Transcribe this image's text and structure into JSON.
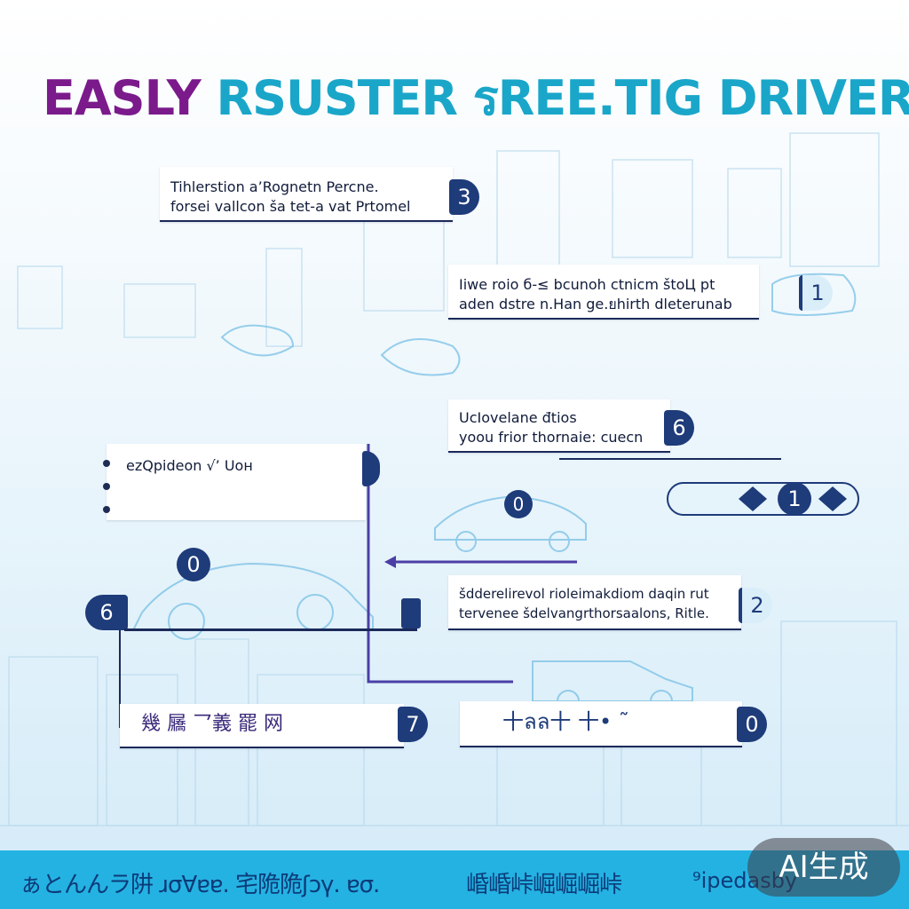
{
  "title": {
    "part1": "EASLY",
    "part2": "RSUSTER รREE.TIG DRIVER"
  },
  "steps": [
    {
      "id": "step-3",
      "badge": "3",
      "lines": [
        "Tihlerstion a’Rognetn Percne.",
        "forsei vallcon ša tet-a vat Prtomel"
      ]
    },
    {
      "id": "step-1",
      "badge": "1",
      "lines": [
        "Iiwe roio б-≤ bcunoh ctnicm štoЦ pt",
        "aden dstre n.Han ge.ยhirth dleterunab"
      ]
    },
    {
      "id": "step-6-top",
      "badge": "6",
      "lines": [
        "UcIovelane đtios",
        "yoou frior thornaie: cuecn"
      ]
    },
    {
      "id": "step-left",
      "badge": "",
      "lines": [
        "ezQpideon √’ Uoн"
      ]
    },
    {
      "id": "step-2",
      "badge": "2",
      "lines": [
        "šdderelirevol rioleimakdiom daqin rut",
        "tervenee šdelvangrthorsaalons, Ritle."
      ]
    },
    {
      "id": "step-7",
      "badge": "7",
      "lines": [
        "幾 屫 乛義 罷   网"
      ]
    },
    {
      "id": "step-0",
      "badge": "0",
      "lines": [
        "⼗ลล⼗ ⼗• ˜"
      ]
    }
  ],
  "car_badges": {
    "top_car": "0",
    "mid_car": "0",
    "left_big": "6",
    "pill_1": "1"
  },
  "footer": {
    "left_text": "ぁとんんラ阱 ɹσⱯɐɐ. 宅陒陒ʃɔү. ɐσ.",
    "mid_text": "崏崏峠崛崛崛峠",
    "right_text": "⁹ipedasby"
  },
  "watermark": "AI生成",
  "colors": {
    "title_purple": "#7b1a8b",
    "title_cyan": "#1aa6c9",
    "badge_navy": "#1e3b7a",
    "footer": "#24b2e3",
    "connector": "#4b3fa6"
  }
}
